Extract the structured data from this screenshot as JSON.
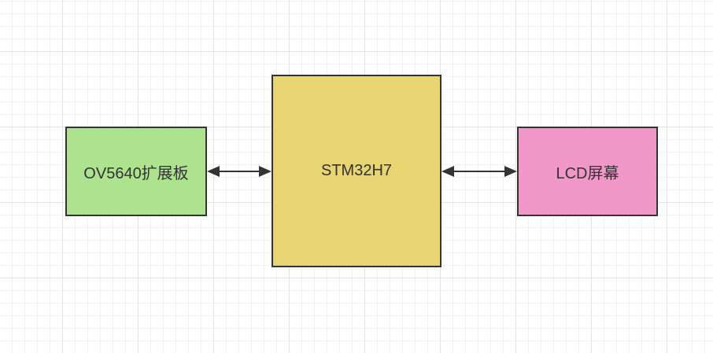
{
  "diagram": {
    "nodes": [
      {
        "id": "ov5640",
        "label": "OV5640扩展板",
        "fill": "#ade28f"
      },
      {
        "id": "stm32h7",
        "label": "STM32H7",
        "fill": "#e8d471"
      },
      {
        "id": "lcd",
        "label": "LCD屏幕",
        "fill": "#f298c8"
      }
    ],
    "edges": [
      {
        "from": "ov5640",
        "to": "stm32h7",
        "direction": "bidirectional"
      },
      {
        "from": "stm32h7",
        "to": "lcd",
        "direction": "bidirectional"
      }
    ],
    "colors": {
      "stroke": "#333333",
      "grid": "#e3e3e3",
      "background": "#ffffff"
    }
  }
}
